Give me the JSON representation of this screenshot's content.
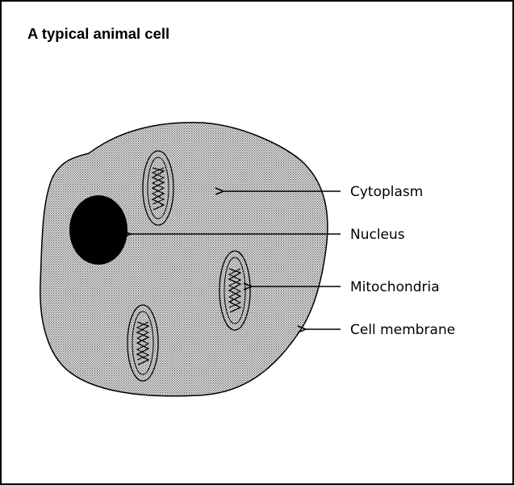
{
  "diagram": {
    "title": "A typical animal cell",
    "labels": {
      "cytoplasm": "Cytoplasm",
      "nucleus": "Nucleus",
      "mitochondria": "Mitochondria",
      "cell_membrane": "Cell membrane"
    },
    "colors": {
      "background": "#ffffff",
      "cytoplasm_fill": "#c8c8c8",
      "nucleus_fill": "#000000",
      "outline": "#000000"
    }
  }
}
